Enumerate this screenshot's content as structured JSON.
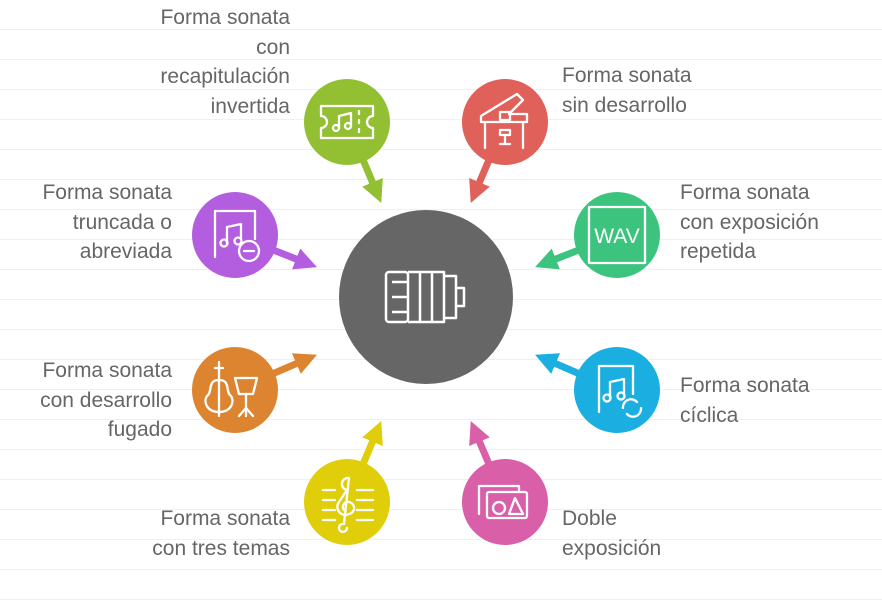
{
  "center": {
    "icon": "accordion-icon",
    "color": "#666666"
  },
  "items": [
    {
      "label": "Forma sonata\ncon\nrecapitulación\ninvertida",
      "icon": "music-ticket-icon",
      "color": "#93BF33"
    },
    {
      "label": "Forma sonata\nsin desarrollo",
      "icon": "piano-icon",
      "color": "#E0605A"
    },
    {
      "label": "Forma sonata\ncon exposición\nrepetida",
      "icon": "wav-file-icon",
      "color": "#3CC47F"
    },
    {
      "label": "Forma sonata\ncíclica",
      "icon": "music-repeat-icon",
      "color": "#1AAFE0"
    },
    {
      "label": "Doble\nexposición",
      "icon": "double-image-icon",
      "color": "#D95FA8"
    },
    {
      "label": "Forma sonata\ncon tres temas",
      "icon": "treble-clef-icon",
      "color": "#E0CE0A"
    },
    {
      "label": "Forma sonata\ncon desarrollo\nfugado",
      "icon": "cello-stand-icon",
      "color": "#DD8430"
    },
    {
      "label": "Forma sonata\ntruncada o\nabreviada",
      "icon": "music-remove-icon",
      "color": "#B35DDF"
    }
  ],
  "wav_text": "WAV"
}
